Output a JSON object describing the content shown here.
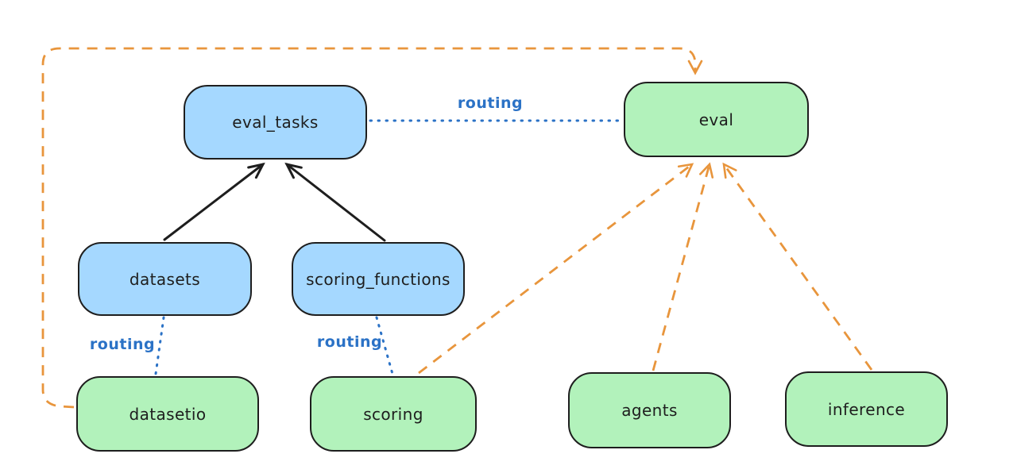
{
  "diagram": {
    "type": "architecture-diagram",
    "colors": {
      "background": "#ffffff",
      "node_border": "#1e1e1e",
      "node_text": "#1e1e1e",
      "blue_fill": "#a5d8ff",
      "green_fill": "#b2f2bb",
      "routing_blue": "#2b72c6",
      "provider_orange": "#e8953c",
      "arrow_black": "#1e1e1e"
    },
    "nodes": [
      {
        "id": "eval_tasks",
        "label": "eval_tasks",
        "fill": "blue"
      },
      {
        "id": "eval",
        "label": "eval",
        "fill": "green"
      },
      {
        "id": "datasets",
        "label": "datasets",
        "fill": "blue"
      },
      {
        "id": "scoring_functions",
        "label": "scoring_functions",
        "fill": "blue"
      },
      {
        "id": "datasetio",
        "label": "datasetio",
        "fill": "green"
      },
      {
        "id": "scoring",
        "label": "scoring",
        "fill": "green"
      },
      {
        "id": "agents",
        "label": "agents",
        "fill": "green"
      },
      {
        "id": "inference",
        "label": "inference",
        "fill": "green"
      }
    ],
    "edges": [
      {
        "from": "datasets",
        "to": "eval_tasks",
        "style": "solid-black-arrow",
        "label": ""
      },
      {
        "from": "scoring_functions",
        "to": "eval_tasks",
        "style": "solid-black-arrow",
        "label": ""
      },
      {
        "from": "eval_tasks",
        "to": "eval",
        "style": "dotted-blue",
        "label": "routing"
      },
      {
        "from": "datasets",
        "to": "datasetio",
        "style": "dotted-blue",
        "label": "routing"
      },
      {
        "from": "scoring_functions",
        "to": "scoring",
        "style": "dotted-blue",
        "label": "routing"
      },
      {
        "from": "datasetio",
        "to": "eval",
        "style": "dashed-orange-arrow",
        "label": ""
      },
      {
        "from": "scoring",
        "to": "eval",
        "style": "dashed-orange-arrow",
        "label": ""
      },
      {
        "from": "agents",
        "to": "eval",
        "style": "dashed-orange-arrow",
        "label": ""
      },
      {
        "from": "inference",
        "to": "eval",
        "style": "dashed-orange-arrow",
        "label": ""
      }
    ]
  }
}
